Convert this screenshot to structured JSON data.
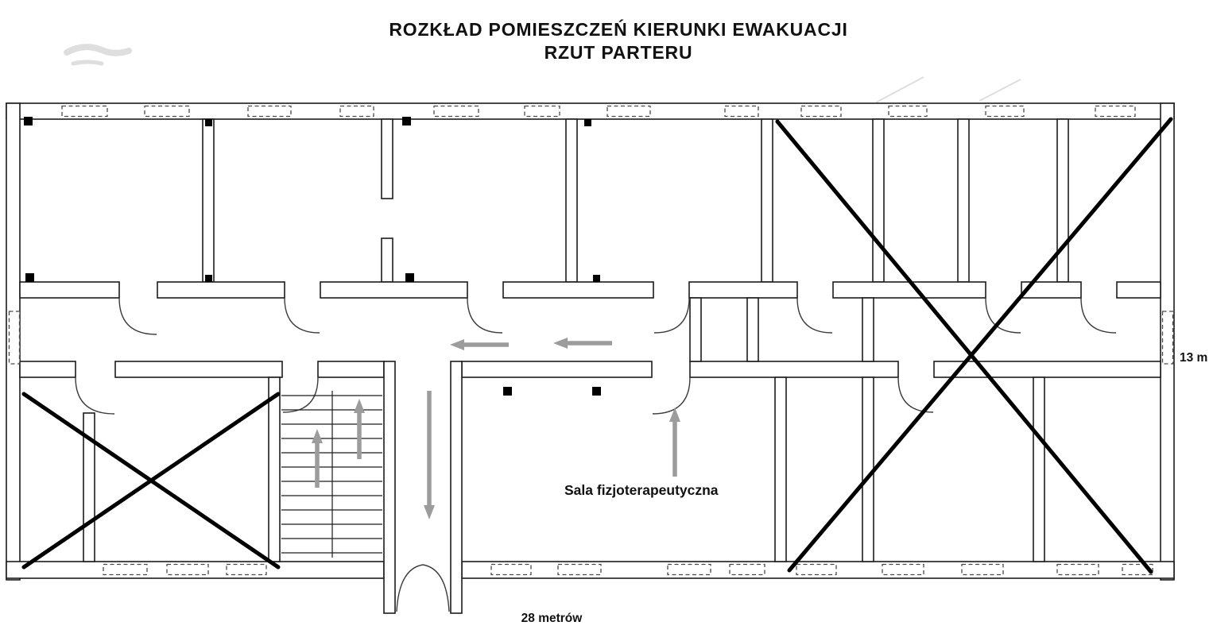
{
  "title": {
    "line1": "ROZKŁAD POMIESZCZEŃ KIERUNKI EWAKUACJI",
    "line2": "RZUT PARTERU"
  },
  "labels": {
    "physio_room": "Sala fizjoterapeutyczna",
    "building_width": "28 metrów",
    "building_depth": "13 m"
  },
  "colors": {
    "background": "#ffffff",
    "wall_line": "#1c1c1c",
    "window_line": "#4a4a4a",
    "door_line": "#3c3c3c",
    "evacuation_arrow": "#9c9c9c",
    "cross_mark": "#000000",
    "marker": "#000000",
    "text": "#111111"
  }
}
